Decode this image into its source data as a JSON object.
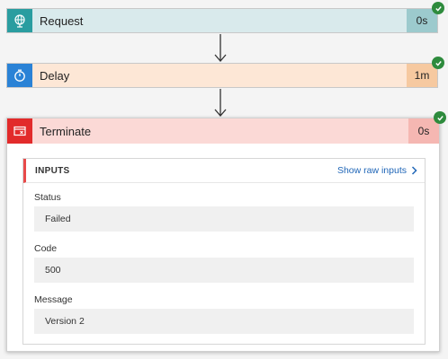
{
  "steps": {
    "request": {
      "title": "Request",
      "duration": "0s",
      "icon": "globe-icon",
      "status": "succeeded"
    },
    "delay": {
      "title": "Delay",
      "duration": "1m",
      "icon": "timer-icon",
      "status": "succeeded"
    },
    "terminate": {
      "title": "Terminate",
      "duration": "0s",
      "icon": "terminate-icon",
      "status": "succeeded"
    }
  },
  "inputs": {
    "title": "INPUTS",
    "show_raw": "Show raw inputs",
    "fields": {
      "status": {
        "label": "Status",
        "value": "Failed"
      },
      "code": {
        "label": "Code",
        "value": "500"
      },
      "message": {
        "label": "Message",
        "value": "Version 2"
      }
    }
  },
  "colors": {
    "request_accent": "#2a9da0",
    "delay_accent": "#2a82d6",
    "terminate_accent": "#e22b2b",
    "success": "#2e8b3d",
    "link": "#2167b8"
  }
}
